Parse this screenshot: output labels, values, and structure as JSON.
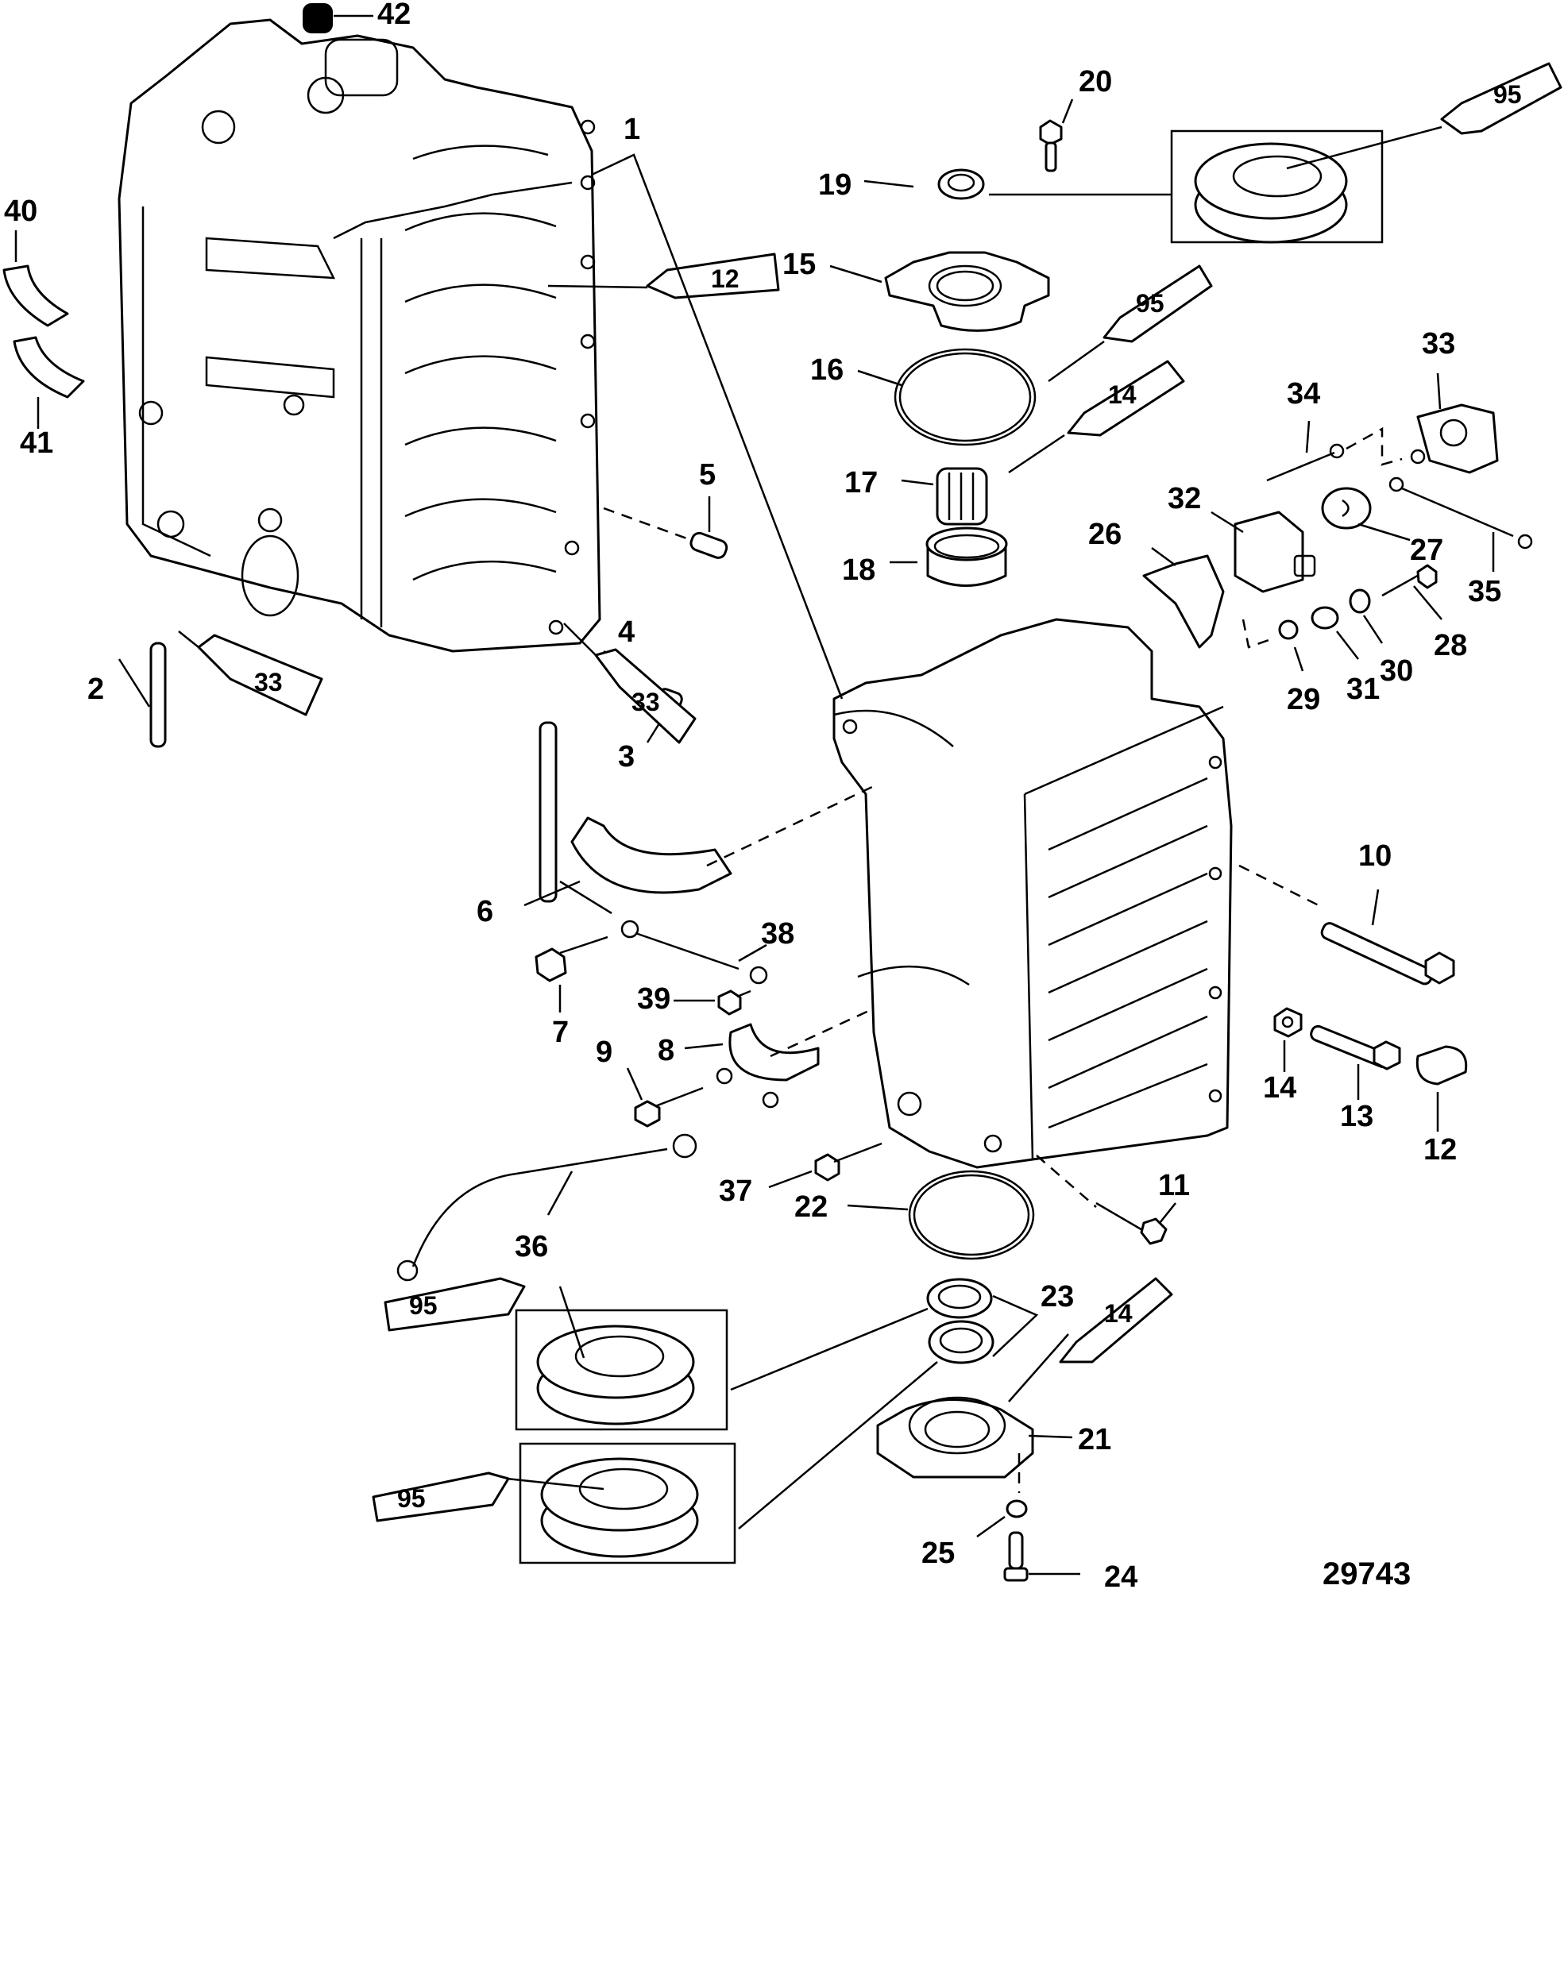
{
  "diagram": {
    "title": "Cylinder Block and Crankcase exploded view",
    "reference_number": "29743",
    "callouts": [
      {
        "id": "1"
      },
      {
        "id": "2"
      },
      {
        "id": "3"
      },
      {
        "id": "4"
      },
      {
        "id": "5"
      },
      {
        "id": "6"
      },
      {
        "id": "7"
      },
      {
        "id": "8"
      },
      {
        "id": "9"
      },
      {
        "id": "10"
      },
      {
        "id": "11"
      },
      {
        "id": "12"
      },
      {
        "id": "13"
      },
      {
        "id": "14"
      },
      {
        "id": "15"
      },
      {
        "id": "16"
      },
      {
        "id": "17"
      },
      {
        "id": "18"
      },
      {
        "id": "19"
      },
      {
        "id": "20"
      },
      {
        "id": "21"
      },
      {
        "id": "22"
      },
      {
        "id": "23"
      },
      {
        "id": "24"
      },
      {
        "id": "25"
      },
      {
        "id": "26"
      },
      {
        "id": "27"
      },
      {
        "id": "28"
      },
      {
        "id": "29"
      },
      {
        "id": "30"
      },
      {
        "id": "31"
      },
      {
        "id": "32"
      },
      {
        "id": "33"
      },
      {
        "id": "34"
      },
      {
        "id": "35"
      },
      {
        "id": "36"
      },
      {
        "id": "37"
      },
      {
        "id": "38"
      },
      {
        "id": "39"
      },
      {
        "id": "40"
      },
      {
        "id": "41"
      },
      {
        "id": "42"
      }
    ],
    "sealant_tubes": [
      {
        "label": "95",
        "applies_to": "19"
      },
      {
        "label": "12",
        "applies_to": "1"
      },
      {
        "label": "95",
        "applies_to": "16"
      },
      {
        "label": "14",
        "applies_to": "17"
      },
      {
        "label": "33",
        "applies_to": "2"
      },
      {
        "label": "33",
        "applies_to": "3"
      },
      {
        "label": "95",
        "applies_to": "23-upper"
      },
      {
        "label": "95",
        "applies_to": "23-lower"
      },
      {
        "label": "14",
        "applies_to": "21"
      }
    ]
  }
}
